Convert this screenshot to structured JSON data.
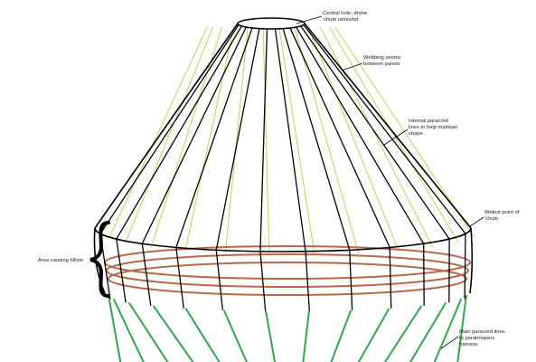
{
  "labels": {
    "central_hole": [
      "Central hole, drone",
      "'chute removed"
    ],
    "webbing": [
      "Webbing seems",
      "between panels"
    ],
    "internal_lines": [
      "Internal paracord",
      "lines to help maintain",
      "shape"
    ],
    "widest_point": [
      "Widest point of",
      "'chute"
    ],
    "billow_area": [
      "Area causing billow"
    ],
    "main_lines": [
      "Main paracord lines",
      "to paratroopers",
      "harness"
    ]
  },
  "colors": {
    "outline": "#000000",
    "internal_lines": "#b8d65a",
    "bands": "#b56a4a",
    "main_lines": "#2fa84a",
    "brace": "#000000"
  }
}
